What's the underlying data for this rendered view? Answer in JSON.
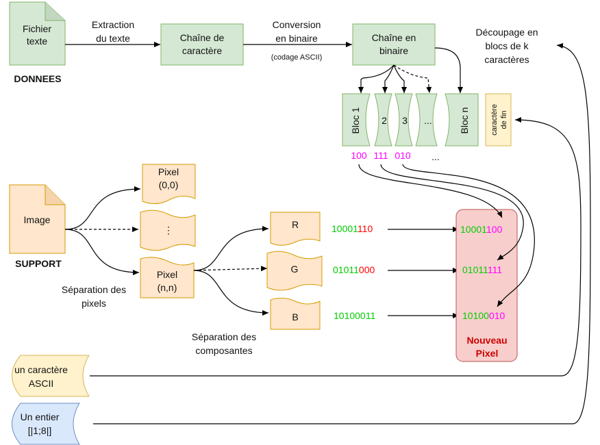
{
  "data_section": {
    "doc_label_l1": "Fichier",
    "doc_label_l2": "texte",
    "doc_caption": "DONNEES",
    "edge_extract_l1": "Extraction",
    "edge_extract_l2": "du texte",
    "chain_char_l1": "Chaîne de",
    "chain_char_l2": "caractère",
    "edge_conv_l1": "Conversion",
    "edge_conv_l2": "en binaire",
    "edge_conv_note": "(codage ASCII)",
    "chain_bin_l1": "Chaîne en",
    "chain_bin_l2": "binaire",
    "split_l1": "Découpage en",
    "split_l2": "blocs de k",
    "split_l3": "caractères"
  },
  "blocks": {
    "bloc1": "Bloc 1",
    "bloc2": "2",
    "bloc3": "3",
    "bloc_dots": "...",
    "bloc_n": "Bloc n",
    "end_l1": "caractère",
    "end_l2": "de fin",
    "bits1": "100",
    "bits2": "111",
    "bits3": "010",
    "bits_more": "..."
  },
  "support_section": {
    "image_label": "Image",
    "image_caption": "SUPPORT",
    "pixel00_l1": "Pixel",
    "pixel00_l2": "(0,0)",
    "pixel_dots": "⋮",
    "pixelnn_l1": "Pixel",
    "pixelnn_l2": "(n,n)",
    "sep_pixels_l1": "Séparation des",
    "sep_pixels_l2": "pixels",
    "comp_r": "R",
    "comp_g": "G",
    "comp_b": "B",
    "sep_comp_l1": "Séparation des",
    "sep_comp_l2": "composantes",
    "r_high": "10001",
    "r_low": "110",
    "g_high": "01011",
    "g_low": "000",
    "b_all": "10100011",
    "new_r_high": "10001",
    "new_r_low": "100",
    "new_g_high": "01011",
    "new_g_low": "111",
    "new_b_high": "10100",
    "new_b_low": "010",
    "new_pixel_l1": "Nouveau",
    "new_pixel_l2": "Pixel"
  },
  "params": {
    "ascii_l1": "un caractère",
    "ascii_l2": "ASCII",
    "int_l1": "Un entier",
    "int_l2": "[|1;8|]"
  },
  "colors": {
    "green_fill": "#d5e8d4",
    "green_stroke": "#82b366",
    "orange_fill": "#ffe6cc",
    "orange_stroke": "#d79b00",
    "yellow_fill": "#fff2cc",
    "yellow_stroke": "#d6b656",
    "blue_fill": "#dae8fc",
    "blue_stroke": "#6c8ebf",
    "red_fill": "#f8cecc",
    "red_stroke": "#b85450",
    "bit_green": "#00cc00",
    "bit_magenta": "#ff00ff",
    "bit_red": "#ff0000",
    "dark_red": "#cc0000"
  }
}
